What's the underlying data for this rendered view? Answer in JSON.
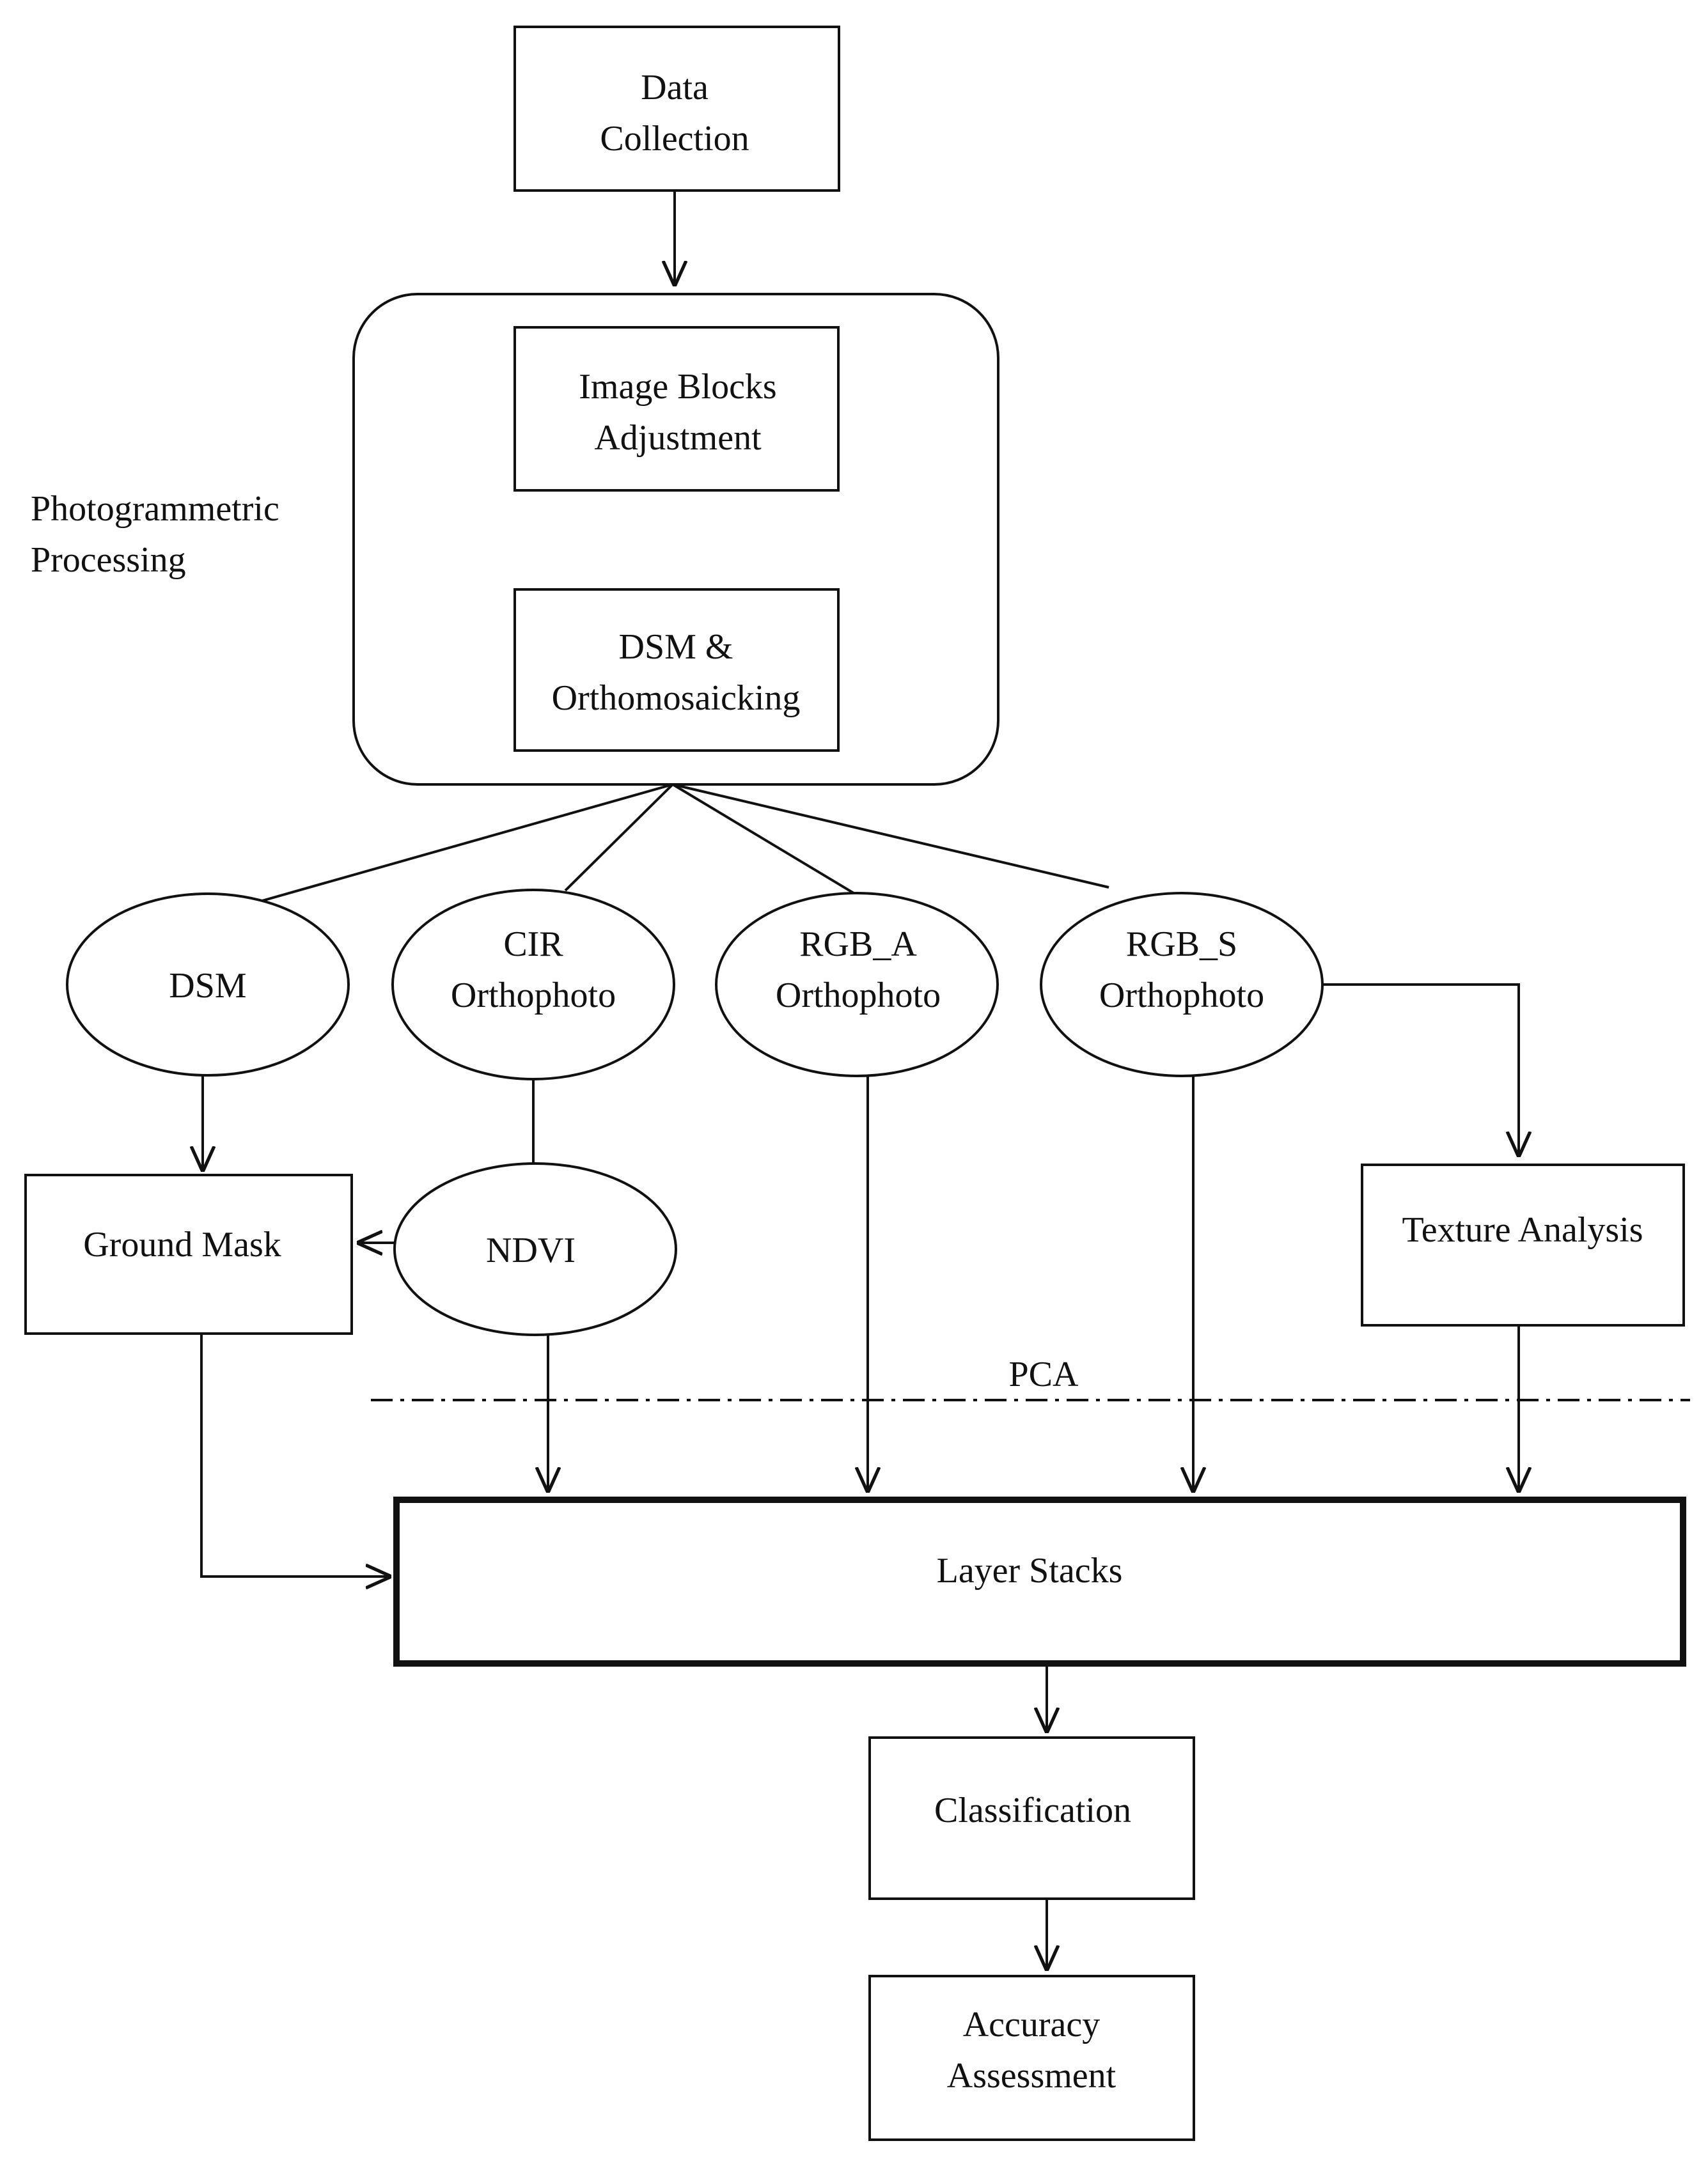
{
  "nodes": {
    "data_collection": [
      "Data",
      "Collection"
    ],
    "image_blocks": [
      "Image Blocks",
      "Adjustment"
    ],
    "dsm_ortho": [
      "DSM &",
      "Orthomosaicking"
    ],
    "photogrammetric": [
      "Photogrammetric",
      "Processing"
    ],
    "dsm": [
      "DSM"
    ],
    "cir": [
      "CIR",
      "Orthophoto"
    ],
    "rgb_a": [
      "RGB_A",
      "Orthophoto"
    ],
    "rgb_s": [
      "RGB_S",
      "Orthophoto"
    ],
    "ground_mask": [
      "Ground Mask"
    ],
    "ndvi": [
      "NDVI"
    ],
    "texture": [
      "Texture Analysis"
    ],
    "pca": "PCA",
    "layer_stacks": [
      "Layer Stacks"
    ],
    "classification": [
      "Classification"
    ],
    "accuracy": [
      "Accuracy",
      "Assessment"
    ]
  }
}
